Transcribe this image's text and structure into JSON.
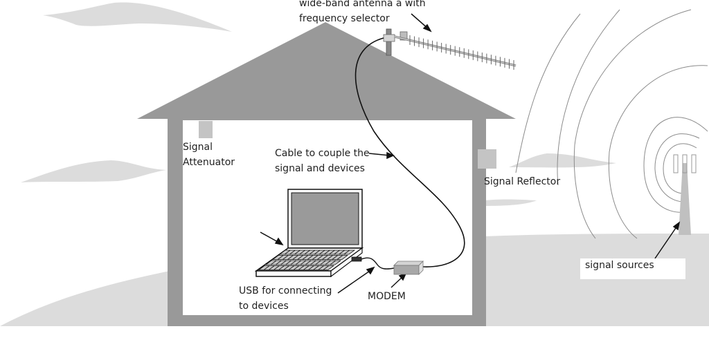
{
  "diagram": {
    "title": "Home signal reception setup",
    "colors": {
      "house": "#999999",
      "interior": "#ffffff",
      "ground": "#dcdcdc",
      "cloud": "#dcdcdc",
      "device_light": "#c4c4c4",
      "screen": "#9a9a9a",
      "line": "#111111",
      "wave": "#888888",
      "tower": "#c0c0c0"
    },
    "labels": {
      "antenna": [
        "wide-band antenna a with",
        "frequency selector"
      ],
      "attenuator": [
        "Signal",
        "Attenuator"
      ],
      "cable": [
        "Cable to couple the",
        "signal and devices"
      ],
      "reflector": [
        "Signal Reflector"
      ],
      "usb": [
        "USB for connecting",
        "to devices"
      ],
      "modem": [
        "MODEM"
      ],
      "sources": [
        "signal sources"
      ]
    },
    "components": [
      {
        "id": "antenna",
        "icon": "yagi-antenna-icon"
      },
      {
        "id": "attenuator",
        "icon": "square-block-icon"
      },
      {
        "id": "reflector",
        "icon": "square-block-icon"
      },
      {
        "id": "laptop",
        "icon": "laptop-icon"
      },
      {
        "id": "modem",
        "icon": "modem-box-icon"
      },
      {
        "id": "usb",
        "icon": "usb-plug-icon"
      },
      {
        "id": "tower",
        "icon": "transmission-tower-icon"
      }
    ]
  }
}
